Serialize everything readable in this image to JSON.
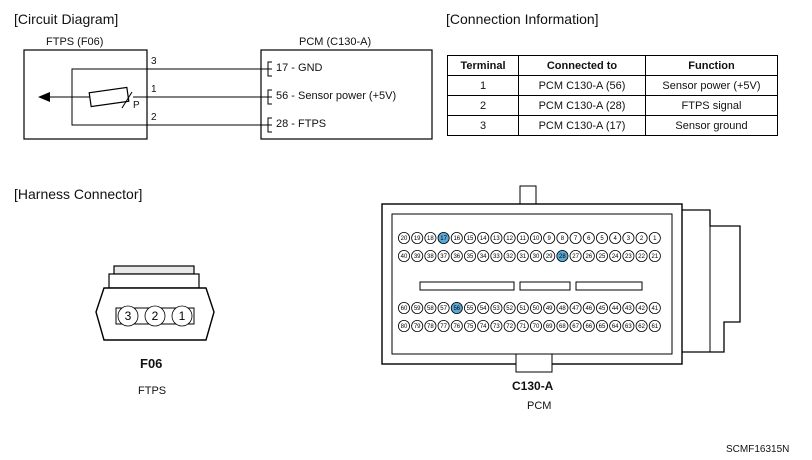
{
  "circuit": {
    "heading": "[Circuit Diagram]",
    "sensor_label": "FTPS (F06)",
    "pcm_label": "PCM (C130-A)",
    "wiper_label": "P",
    "pins": [
      {
        "sensor_pin": "3",
        "pcm_text": "17 - GND"
      },
      {
        "sensor_pin": "1",
        "pcm_text": "56 - Sensor power (+5V)"
      },
      {
        "sensor_pin": "2",
        "pcm_text": "28 - FTPS"
      }
    ]
  },
  "connection": {
    "heading": "[Connection Information]",
    "columns": [
      "Terminal",
      "Connected to",
      "Function"
    ],
    "rows": [
      [
        "1",
        "PCM C130-A (56)",
        "Sensor power (+5V)"
      ],
      [
        "2",
        "PCM C130-A (28)",
        "FTPS signal"
      ],
      [
        "3",
        "PCM C130-A (17)",
        "Sensor ground"
      ]
    ]
  },
  "harness": {
    "heading": "[Harness Connector]",
    "f06": {
      "name": "F06",
      "desc": "FTPS",
      "pins": [
        "3",
        "2",
        "1"
      ]
    },
    "c130": {
      "name": "C130-A",
      "desc": "PCM",
      "row1": [
        "20",
        "19",
        "18",
        "17",
        "16",
        "15",
        "14",
        "13",
        "12",
        "11",
        "10",
        "9",
        "8",
        "7",
        "6",
        "5",
        "4",
        "3",
        "2",
        "1"
      ],
      "row2": [
        "40",
        "39",
        "38",
        "37",
        "36",
        "35",
        "34",
        "33",
        "32",
        "31",
        "30",
        "29",
        "28",
        "27",
        "26",
        "25",
        "24",
        "23",
        "22",
        "21"
      ],
      "row3": [
        "60",
        "59",
        "58",
        "57",
        "56",
        "55",
        "54",
        "53",
        "52",
        "51",
        "50",
        "49",
        "48",
        "47",
        "46",
        "45",
        "44",
        "43",
        "42",
        "41"
      ],
      "row4": [
        "80",
        "79",
        "78",
        "77",
        "76",
        "75",
        "74",
        "73",
        "72",
        "71",
        "70",
        "69",
        "68",
        "67",
        "66",
        "65",
        "64",
        "63",
        "62",
        "61"
      ],
      "highlight_pins": [
        "17",
        "28",
        "56"
      ],
      "highlight_color": "#5ba9d6"
    }
  },
  "footer_code": "SCMF16315N"
}
